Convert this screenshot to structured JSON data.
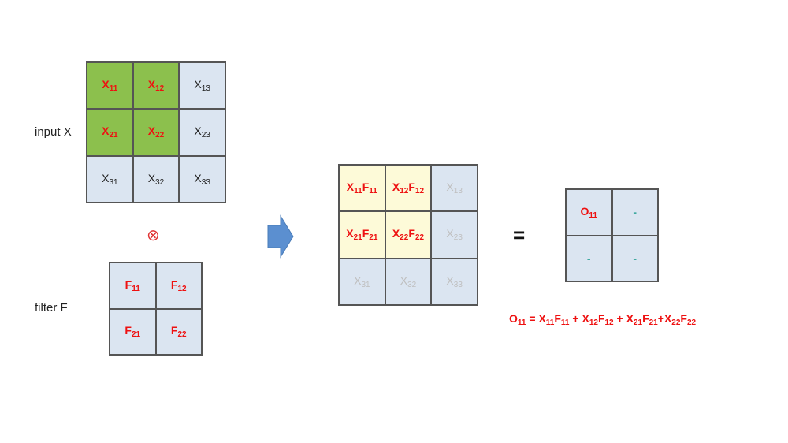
{
  "labels": {
    "input": "input X",
    "filter": "filter F",
    "conv_symbol": "⊗",
    "equals": "="
  },
  "input_grid": [
    [
      {
        "b": "X",
        "s": "11",
        "style": "red",
        "bg": "green"
      },
      {
        "b": "X",
        "s": "12",
        "style": "red",
        "bg": "green"
      },
      {
        "b": "X",
        "s": "13",
        "style": "dark",
        "bg": "blue"
      }
    ],
    [
      {
        "b": "X",
        "s": "21",
        "style": "red",
        "bg": "green"
      },
      {
        "b": "X",
        "s": "22",
        "style": "red",
        "bg": "green"
      },
      {
        "b": "X",
        "s": "23",
        "style": "dark",
        "bg": "blue"
      }
    ],
    [
      {
        "b": "X",
        "s": "31",
        "style": "dark",
        "bg": "blue"
      },
      {
        "b": "X",
        "s": "32",
        "style": "dark",
        "bg": "blue"
      },
      {
        "b": "X",
        "s": "33",
        "style": "dark",
        "bg": "blue"
      }
    ]
  ],
  "filter_grid": [
    [
      {
        "b": "F",
        "s": "11"
      },
      {
        "b": "F",
        "s": "12"
      }
    ],
    [
      {
        "b": "F",
        "s": "21"
      },
      {
        "b": "F",
        "s": "22"
      }
    ]
  ],
  "product_grid": [
    [
      {
        "b1": "X",
        "s1": "11",
        "b2": "F",
        "s2": "11",
        "style": "red",
        "bg": "yellow"
      },
      {
        "b1": "X",
        "s1": "12",
        "b2": "F",
        "s2": "12",
        "style": "red",
        "bg": "yellow"
      },
      {
        "b1": "X",
        "s1": "13",
        "style": "faint",
        "bg": "blue"
      }
    ],
    [
      {
        "b1": "X",
        "s1": "21",
        "b2": "F",
        "s2": "21",
        "style": "red",
        "bg": "yellow"
      },
      {
        "b1": "X",
        "s1": "22",
        "b2": "F",
        "s2": "22",
        "style": "red",
        "bg": "yellow"
      },
      {
        "b1": "X",
        "s1": "23",
        "style": "faint",
        "bg": "blue"
      }
    ],
    [
      {
        "b1": "X",
        "s1": "31",
        "style": "faint",
        "bg": "blue"
      },
      {
        "b1": "X",
        "s1": "32",
        "style": "faint",
        "bg": "blue"
      },
      {
        "b1": "X",
        "s1": "33",
        "style": "faint",
        "bg": "blue"
      }
    ]
  ],
  "output_grid": [
    [
      {
        "b": "O",
        "s": "11",
        "style": "red"
      },
      {
        "b": "-",
        "s": "",
        "style": "teal"
      }
    ],
    [
      {
        "b": "-",
        "s": "",
        "style": "teal"
      },
      {
        "b": "-",
        "s": "",
        "style": "teal"
      }
    ]
  ],
  "formula": {
    "lhs": {
      "b": "O",
      "s": "11"
    },
    "eq": " = ",
    "terms": [
      {
        "b1": "X",
        "s1": "11",
        "b2": "F",
        "s2": "11"
      },
      {
        "b1": "X",
        "s1": "12",
        "b2": "F",
        "s2": "12"
      },
      {
        "b1": "X",
        "s1": "21",
        "b2": "F",
        "s2": "21"
      },
      {
        "b1": "X",
        "s1": "22",
        "b2": "F",
        "s2": "22"
      }
    ],
    "separators": [
      " + ",
      " + ",
      "+"
    ]
  },
  "colors": {
    "green": "#8cc04d",
    "yellow": "#fdfad8",
    "blue": "#dbe5f1",
    "arrow": "#5b8fd0",
    "red": "#ee1111"
  }
}
